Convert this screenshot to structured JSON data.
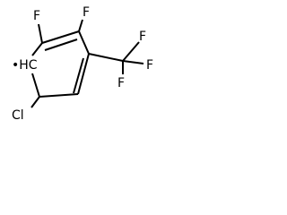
{
  "structure": {
    "atoms": {
      "f_top_left": "F",
      "f_top_right": "F",
      "cf3_f_top": "F",
      "cf3_f_right": "F",
      "cf3_f_bottom": "F",
      "radical": "•HC",
      "chlorine": "Cl"
    }
  }
}
